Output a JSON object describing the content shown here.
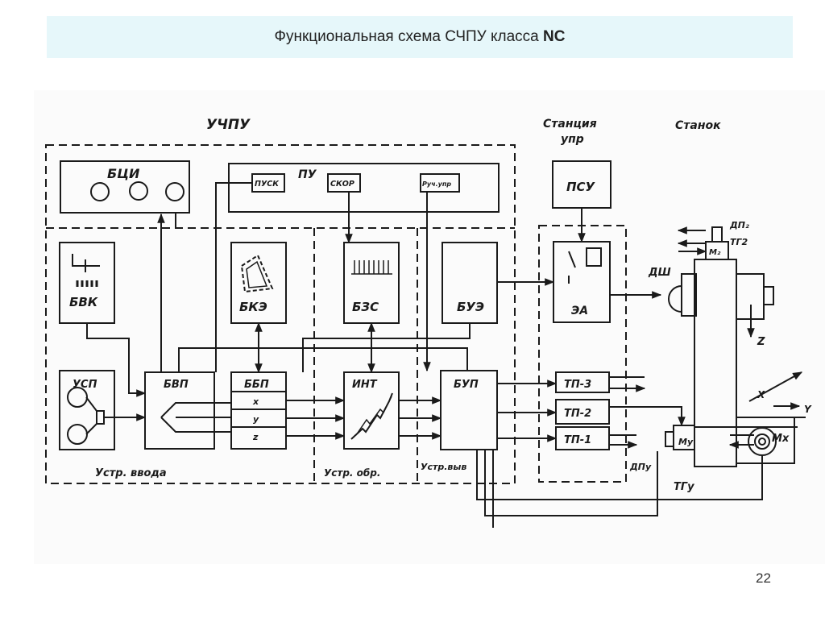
{
  "title": {
    "text": "Функциональная схема СЧПУ класса",
    "bold": "NC"
  },
  "page_number": "22",
  "groups": {
    "uchpu": "УЧПУ",
    "station": "Станция упр",
    "machine": "Станок",
    "input_device": "Устр. ввода",
    "processing_device": "Устр. обр.",
    "output_device": "Устр.выв"
  },
  "blocks": {
    "btsi": "БЦИ",
    "pu": "ПУ",
    "pusk": "ПУСК",
    "skor": "СКОР",
    "ruch": "Руч.упр",
    "bvk": "БВК",
    "bke": "БКЭ",
    "bzs": "БЗС",
    "bue": "БУЭ",
    "usp": "УСП",
    "bvp": "БВП",
    "bbp": "ББП",
    "int": "ИНТ",
    "bup": "БУП",
    "psu": "ПСУ",
    "ea": "ЭА",
    "tp3": "ТП-3",
    "tp2": "ТП-2",
    "tp1": "ТП-1"
  },
  "axes": {
    "x": "x",
    "y": "y",
    "z": "z"
  },
  "machine_labels": {
    "dsh": "ДШ",
    "dp2": "ДП₂",
    "tg2": "ТГ2",
    "m2": "М₂",
    "my": "Мy",
    "mx": "Мx",
    "dpy": "ДПy",
    "tgy": "ТГy",
    "axis_z": "Z",
    "axis_x": "X",
    "axis_y": "Y"
  }
}
